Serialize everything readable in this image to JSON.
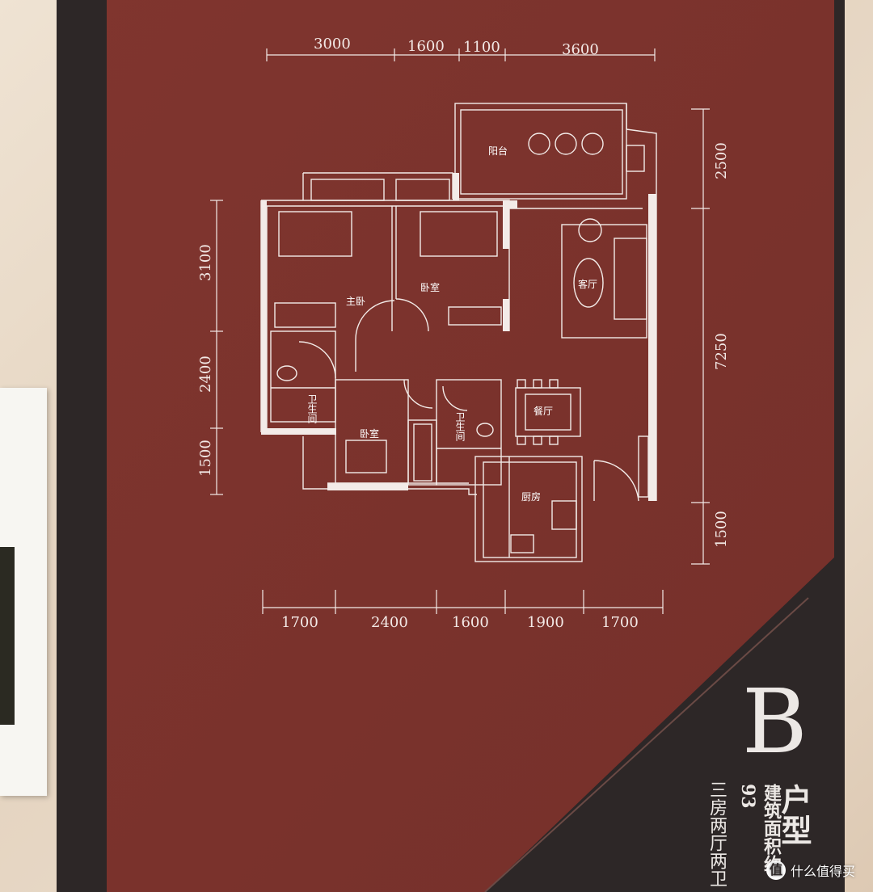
{
  "dimensions": {
    "top": [
      "3000",
      "1600",
      "1100",
      "3600"
    ],
    "bottom": [
      "1700",
      "2400",
      "1600",
      "1900",
      "1700"
    ],
    "left": [
      "3100",
      "2400",
      "1500"
    ],
    "right": [
      "2500",
      "7250",
      "1500"
    ]
  },
  "rooms": {
    "balcony": "阳台",
    "master_bedroom": "主卧",
    "bedroom_1": "卧室",
    "bedroom_2": "卧室",
    "living_room": "客厅",
    "dining_room": "餐厅",
    "bathroom_1": "卫生间",
    "bathroom_2": "卫生间",
    "kitchen": "厨房"
  },
  "unit": {
    "letter": "B",
    "type_label": "户型",
    "area_label": "建筑面积约93",
    "layout_label": "三房两厅两卫"
  },
  "watermark": {
    "logo": "值",
    "text": "什么值得买"
  },
  "colors": {
    "board_maroon": "#7a322c",
    "board_dark": "#2d2727",
    "lines": "#f3ebe8"
  }
}
